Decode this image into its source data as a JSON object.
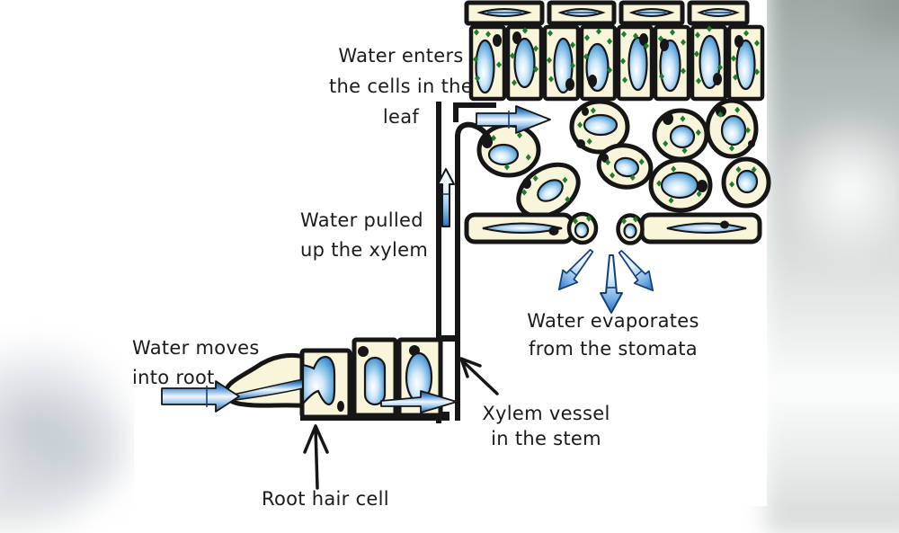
{
  "diagram": {
    "labels": {
      "water_enters": {
        "lines": [
          "Water enters",
          "the cells in the",
          "leaf"
        ]
      },
      "water_pulled": {
        "lines": [
          "Water pulled",
          "up the xylem"
        ]
      },
      "water_evaporates": {
        "lines": [
          "Water evaporates",
          "from the stomata"
        ]
      },
      "water_moves": {
        "lines": [
          "Water moves",
          "into root"
        ]
      },
      "xylem_vessel": {
        "lines": [
          "Xylem vessel",
          "in the stem"
        ]
      },
      "root_hair_cell": {
        "lines": [
          "Root hair cell"
        ]
      }
    },
    "colors": {
      "ink": "#161616",
      "cream": "#f9f5da",
      "green": "#1e7d2a",
      "navy": "#123f7a",
      "blue_dark": "#1d63b8",
      "blue_mid": "#6aaede",
      "blue_light": "#eaf5fd",
      "text": "#1b1b1b",
      "bg_gray": "#a3aeac"
    }
  }
}
